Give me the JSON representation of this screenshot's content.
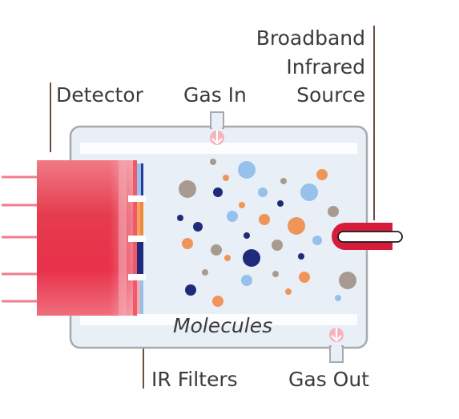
{
  "labels": {
    "detector": "Detector",
    "gas_in": "Gas In",
    "source_line1": "Broadband",
    "source_line2": "Infrared",
    "source_line3": "Source",
    "molecules": "Molecules",
    "ir_filters": "IR Filters",
    "gas_out": "Gas Out"
  },
  "colors": {
    "chamber_fill": "#e9eff7",
    "chamber_stroke": "#a7a9ac",
    "detector_red": "#e63c4e",
    "source_red": "#d71c3b",
    "leader_line": "#6d4c41",
    "arrow_pink": "#f08a96",
    "molecule_taupe": "#a89a90",
    "molecule_navy": "#1f2b7a",
    "molecule_lightblue": "#95c1ec",
    "molecule_orange": "#f0955a"
  },
  "icons": [
    "gas-in-arrow-icon",
    "gas-out-arrow-icon",
    "ir-source-lamp-icon"
  ]
}
